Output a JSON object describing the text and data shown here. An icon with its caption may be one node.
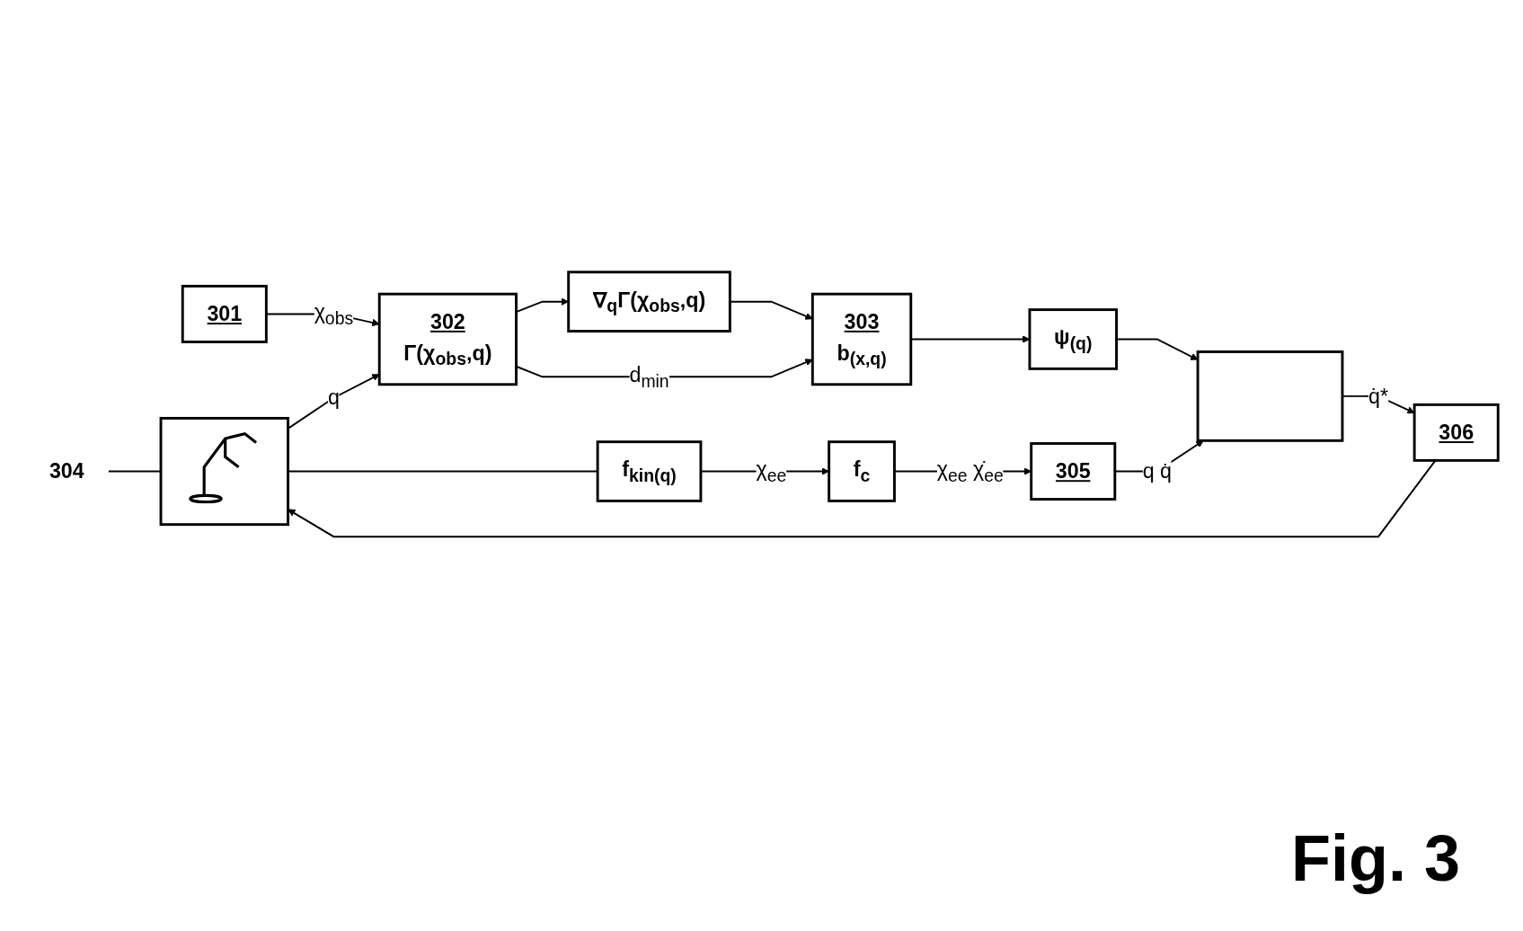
{
  "diagram": {
    "caption": "Fig. 3",
    "nodes": [
      {
        "text": [
          "301"
        ]
      },
      {
        "text": [
          "302",
          "Γ(χ$_{obs}$,q)"
        ]
      },
      {
        "text": [
          "∇$_{q}$Γ(χ$_{obs}$,q)"
        ]
      },
      {
        "text": [
          "303",
          "b$_{(x,q)}$"
        ]
      },
      {
        "text": [
          "ψ$_{(q)}$"
        ]
      },
      {
        "text": [
          "304"
        ]
      },
      {
        "text": [],
        "shape": "picture"
      },
      {
        "text": [
          "f$_{kin(q)}$"
        ]
      },
      {
        "text": [
          "f$_{c}$"
        ]
      },
      {
        "text": [
          "305"
        ]
      },
      {
        "text": [],
        "shape": "box"
      },
      {
        "text": [
          "306"
        ]
      }
    ],
    "edges": [
      {
        "from": 0,
        "to": 1,
        "arrow": "to",
        "label": "χ$_{obs}$"
      },
      {
        "from": 1,
        "to": 2,
        "arrow": "to"
      },
      {
        "from": 2,
        "to": 3,
        "arrow": "to"
      },
      {
        "from": 1,
        "to": 3,
        "arrow": "to",
        "label": "d$_{min}$"
      },
      {
        "from": 3,
        "to": 4,
        "arrow": "to"
      },
      {
        "from": 4,
        "to": 10,
        "arrow": "to"
      },
      {
        "from": 5,
        "to": 6,
        "arrow": "none"
      },
      {
        "from": 6,
        "to": 1,
        "arrow": "to",
        "label": "q"
      },
      {
        "from": 6,
        "to": 7,
        "arrow": "none"
      },
      {
        "from": 7,
        "to": 8,
        "arrow": "to",
        "label": "χ$_{ee}$"
      },
      {
        "from": 8,
        "to": 9,
        "arrow": "to",
        "label": "χ$_{ee}$ χ̇$_{ee}$"
      },
      {
        "from": 9,
        "to": 10,
        "arrow": "to",
        "label": "q q̇"
      },
      {
        "from": 10,
        "to": 11,
        "arrow": "to",
        "label": "q̇*"
      },
      {
        "from": 11,
        "to": 6,
        "arrow": "to"
      }
    ]
  }
}
